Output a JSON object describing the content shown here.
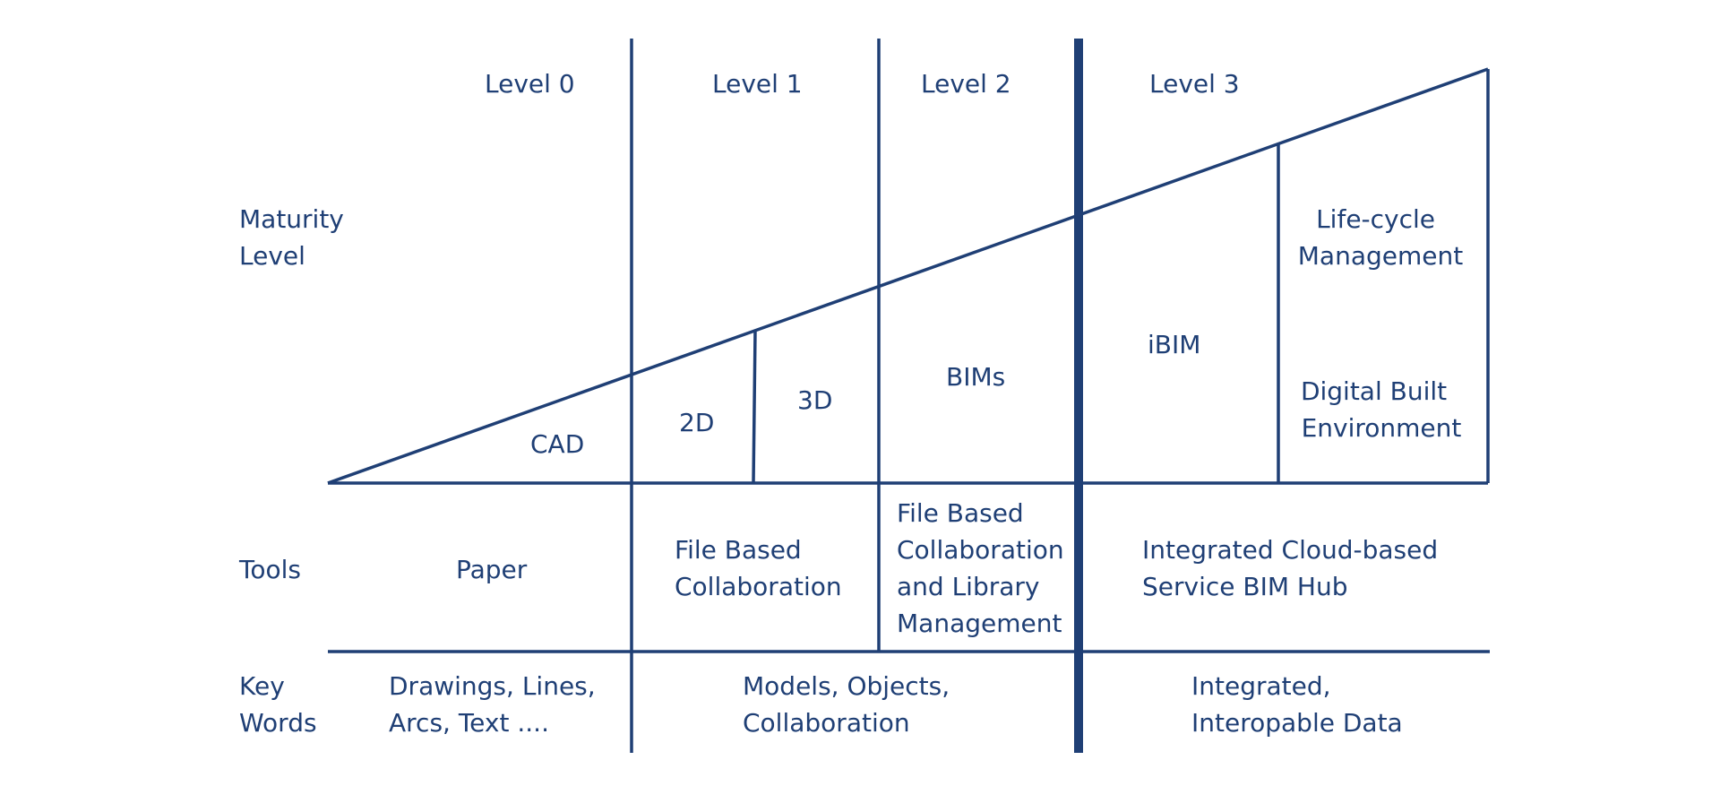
{
  "colors": {
    "line": "#1f3f75",
    "text": "#1f3f75",
    "background": "#ffffff"
  },
  "levels": [
    "Level 0",
    "Level 1",
    "Level 2",
    "Level 3"
  ],
  "row_labels": {
    "maturity": [
      "Maturity",
      "Level"
    ],
    "tools": "Tools",
    "key_words": [
      "Key",
      "Words"
    ]
  },
  "maturity_items": {
    "cad": "CAD",
    "twod": "2D",
    "threed": "3D",
    "bims": "BIMs",
    "ibim": "iBIM",
    "lifecycle": [
      "Life-cycle",
      "Management"
    ],
    "digital_built": [
      "Digital Built",
      "Environment"
    ]
  },
  "tools": {
    "level0": "Paper",
    "level1": [
      "File Based",
      "Collaboration"
    ],
    "level2": [
      "File Based",
      "Collaboration",
      "and Library",
      "Management"
    ],
    "level3": [
      "Integrated Cloud-based",
      "Service BIM Hub"
    ]
  },
  "key_words": {
    "level0": [
      "Drawings, Lines,",
      "Arcs, Text ...."
    ],
    "level12": [
      "Models, Objects,",
      "Collaboration"
    ],
    "level3": [
      "Integrated,",
      "Interopable Data"
    ]
  }
}
